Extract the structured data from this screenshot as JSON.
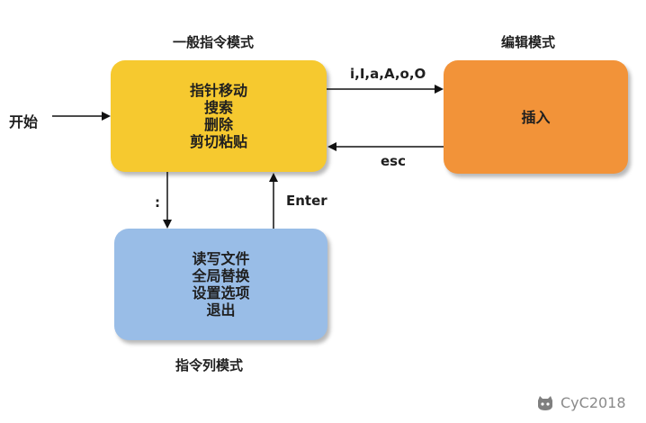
{
  "colors": {
    "normal_mode": "#F6C92F",
    "insert_mode": "#F29339",
    "command_mode": "#99BDE7",
    "arrow": "#111111",
    "brand": "#8A8A8A"
  },
  "titles": {
    "normal_mode": "一般指令模式",
    "insert_mode": "编辑模式",
    "command_mode": "指令列模式"
  },
  "start_label": "开始",
  "nodes": {
    "normal": {
      "lines": [
        "指针移动",
        "搜索",
        "删除",
        "剪切粘贴"
      ]
    },
    "insert": {
      "lines": [
        "插入"
      ]
    },
    "command": {
      "lines": [
        "读写文件",
        "全局替换",
        "设置选项",
        "退出"
      ]
    }
  },
  "edges": {
    "normal_to_insert": "i,I,a,A,o,O",
    "insert_to_normal": "esc",
    "normal_to_command": ":",
    "command_to_normal": "Enter"
  },
  "watermark": {
    "text": "CyC2018",
    "icon": "github-octocat-icon"
  }
}
